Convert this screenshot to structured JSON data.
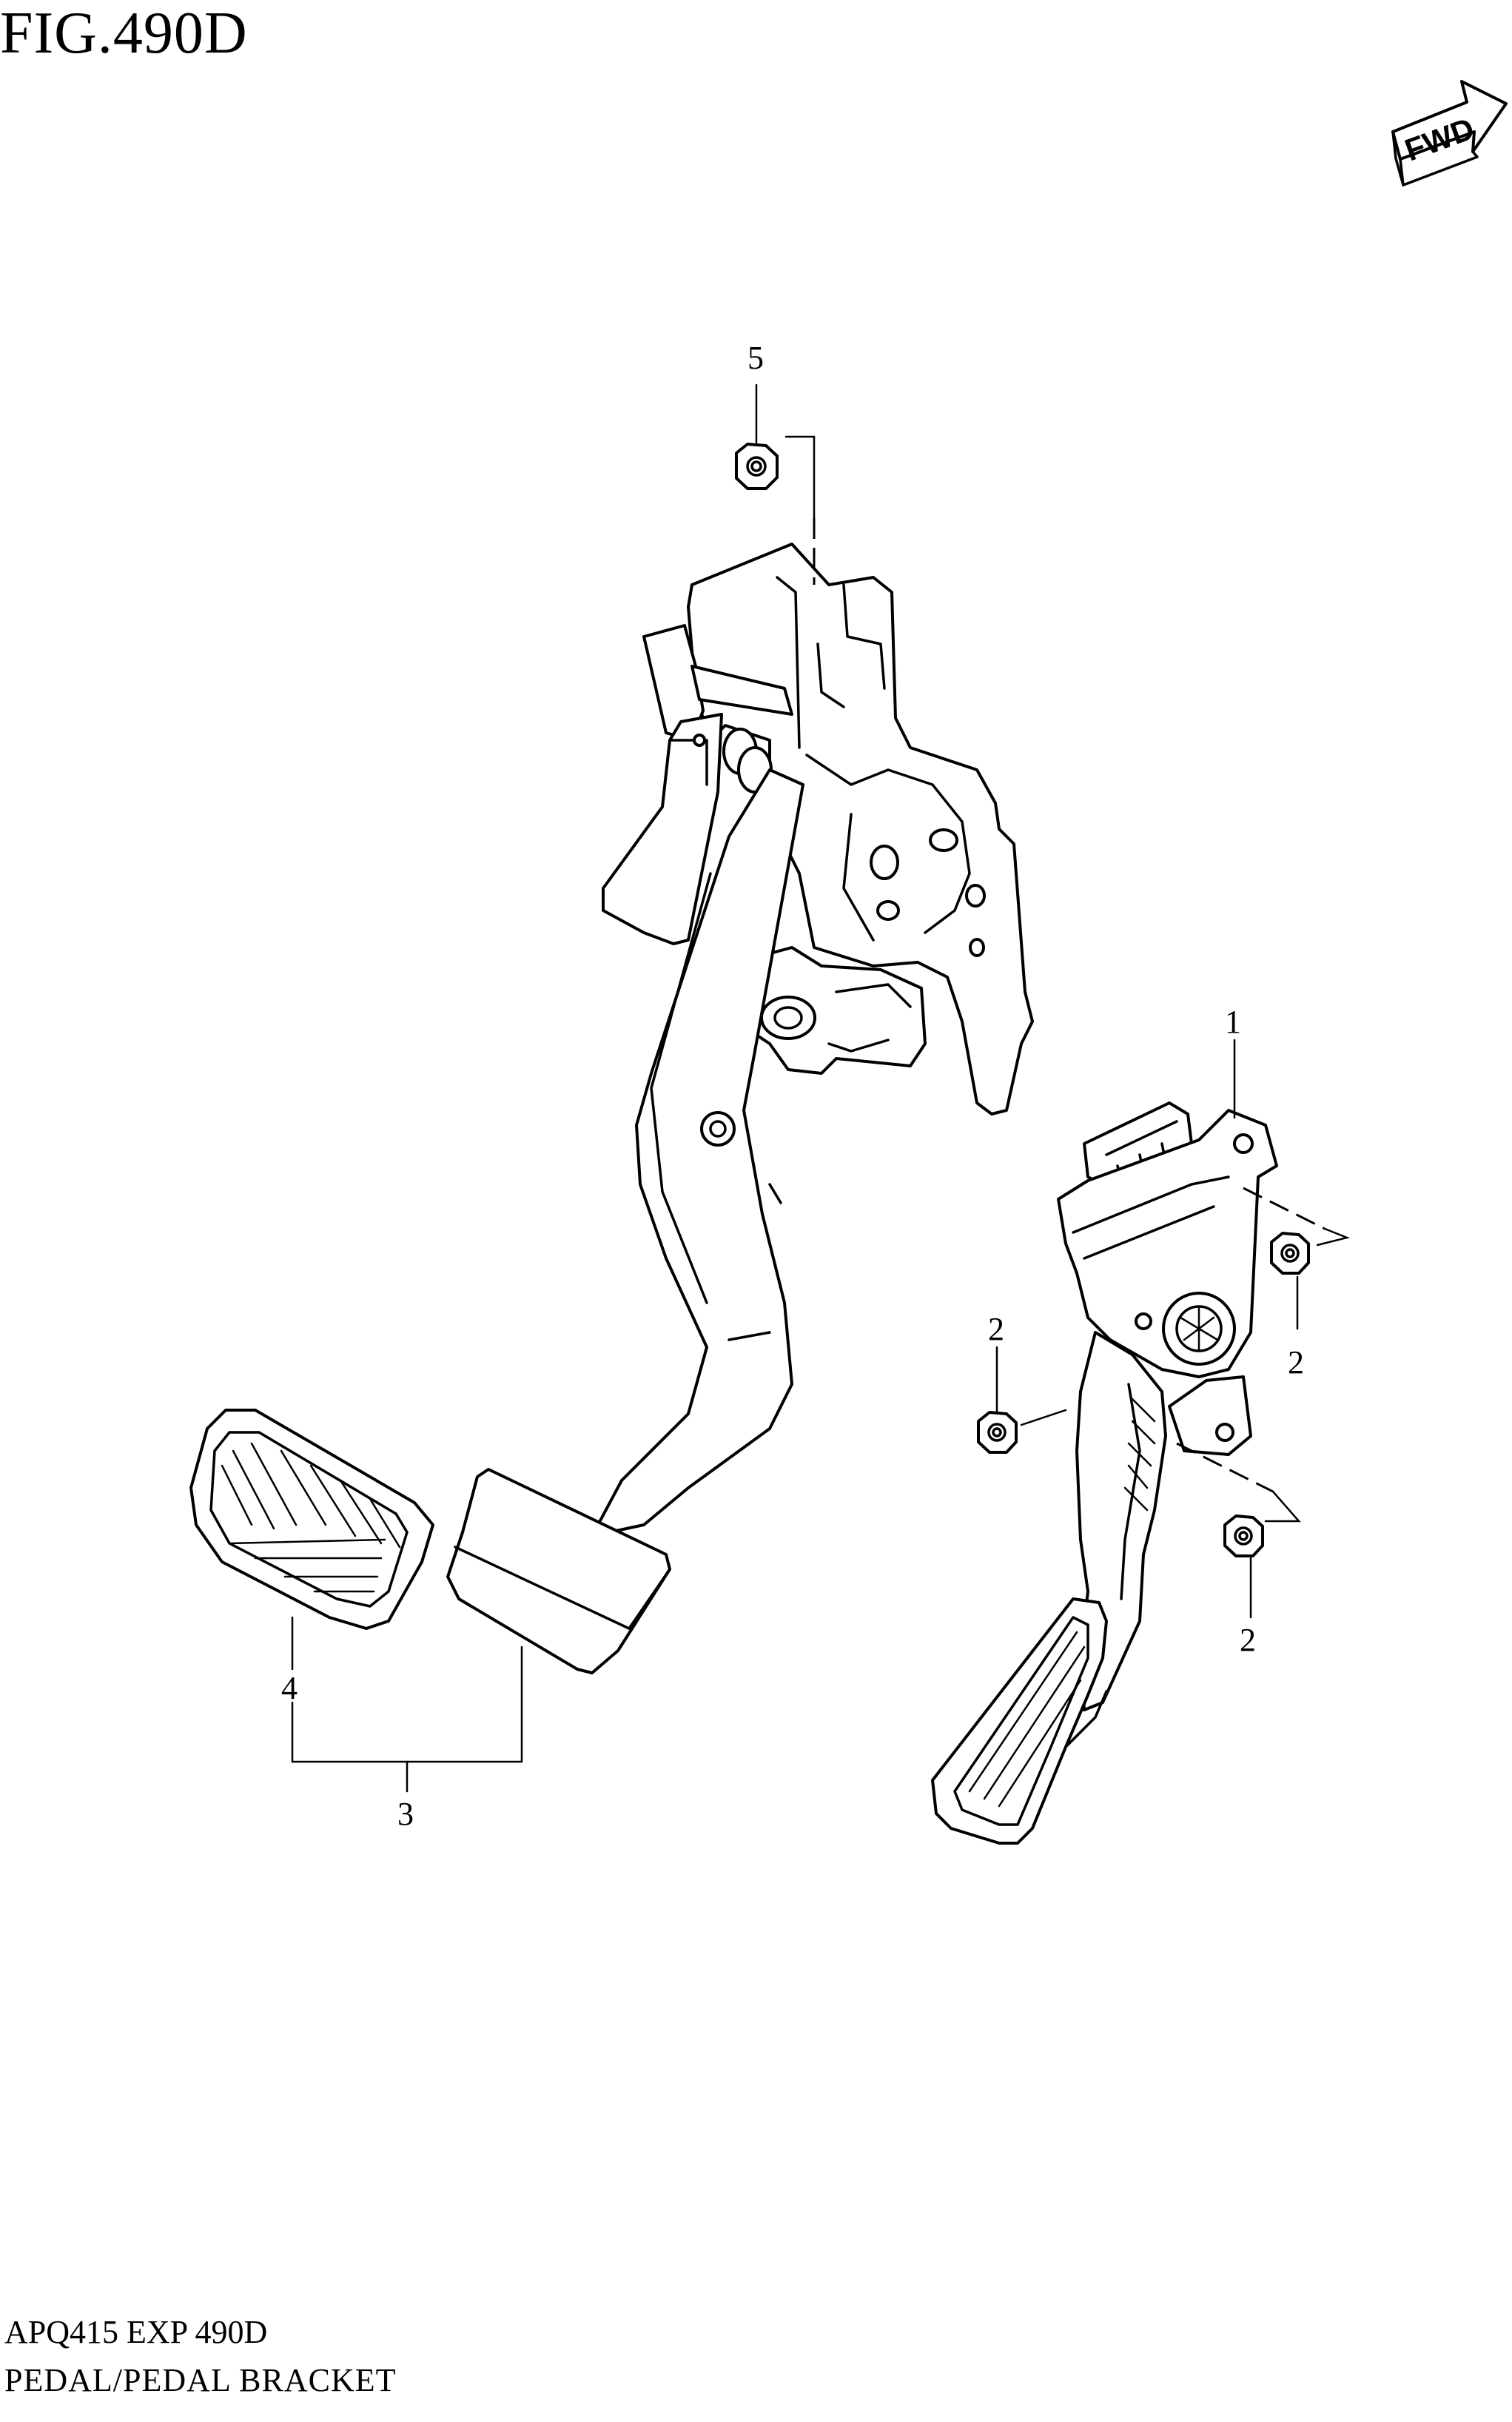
{
  "figure": {
    "title": "FIG.490D",
    "code_line": "APQ415 EXP 490D",
    "name_line": "PEDAL/PEDAL BRACKET"
  },
  "direction_badge": {
    "label": "FWD",
    "icon": "forward-arrow-icon"
  },
  "callouts": {
    "c1": "1",
    "c2a": "2",
    "c2b": "2",
    "c2c": "2",
    "c3": "3",
    "c4": "4",
    "c5": "5"
  }
}
